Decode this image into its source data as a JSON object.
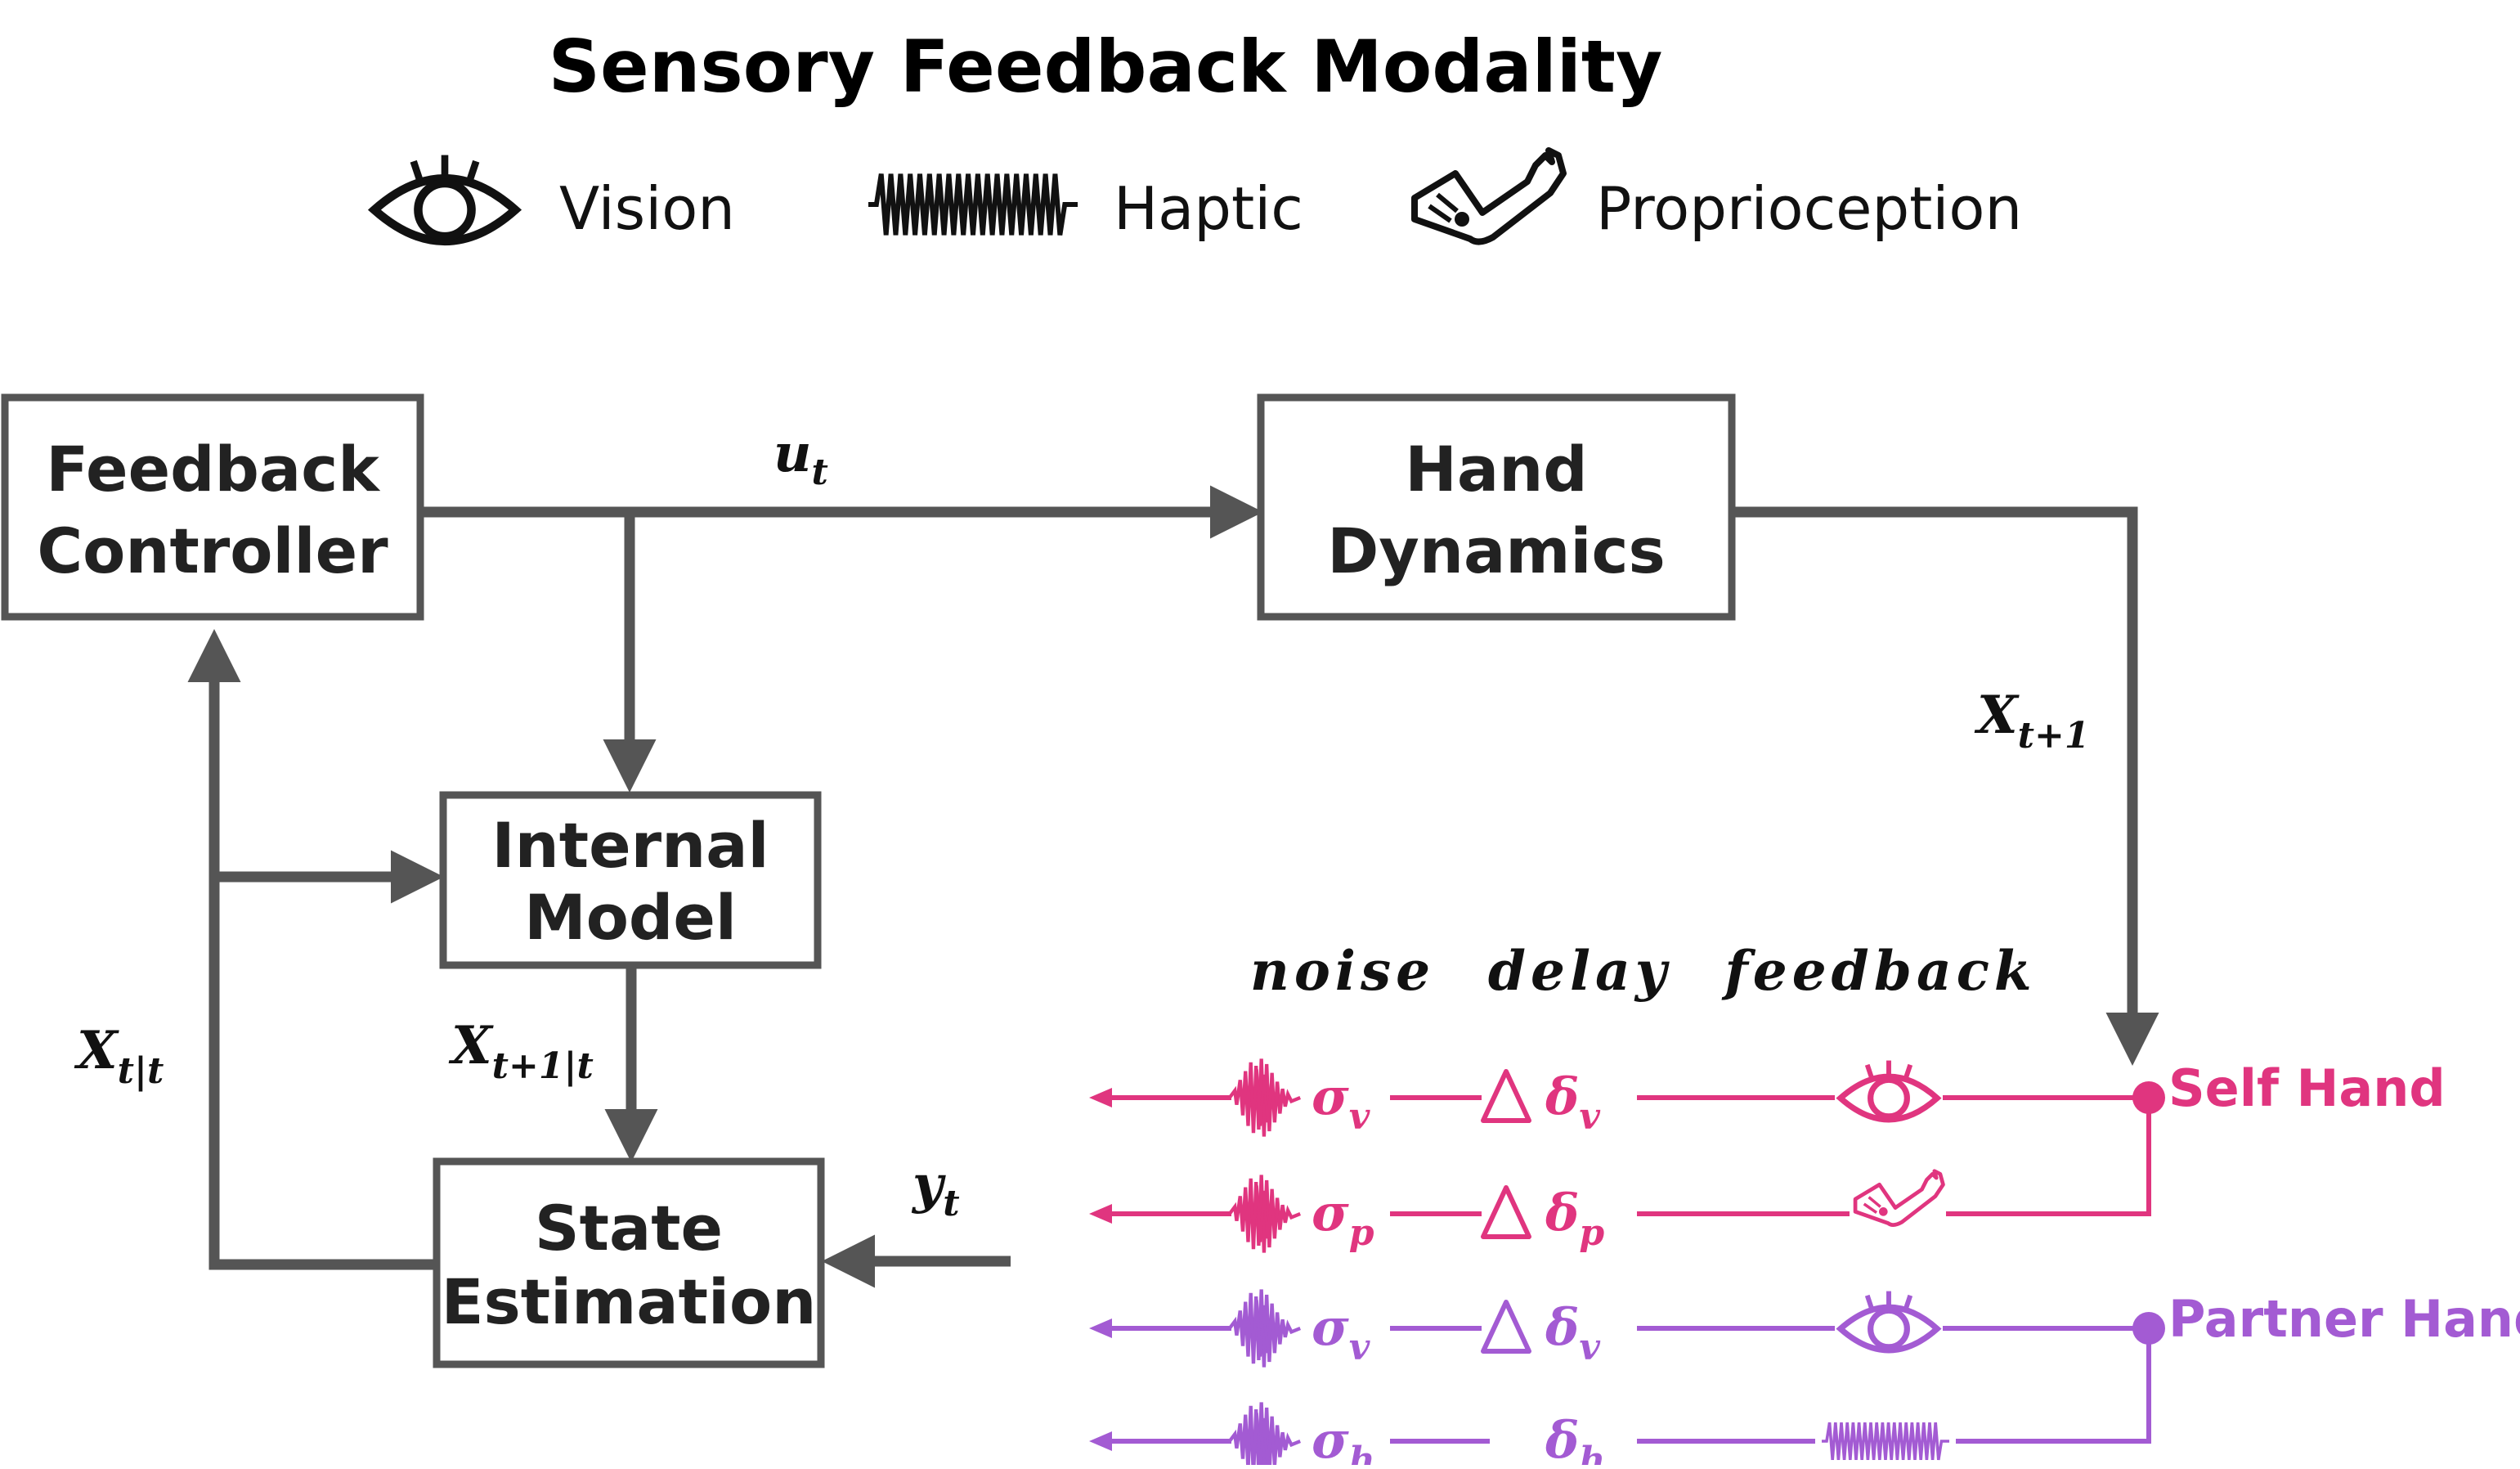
{
  "title": "Sensory Feedback Modality",
  "legend": [
    {
      "icon": "eye-icon",
      "label": "Vision"
    },
    {
      "icon": "wave-icon",
      "label": "Haptic"
    },
    {
      "icon": "arm-icon",
      "label": "Proprioception"
    }
  ],
  "blocks": {
    "feedback_controller": {
      "line1": "Feedback",
      "line2": "Controller"
    },
    "hand_dynamics": {
      "line1": "Hand",
      "line2": "Dynamics"
    },
    "internal_model": {
      "line1": "Internal",
      "line2": "Model"
    },
    "state_estimation": {
      "line1": "State",
      "line2": "Estimation"
    }
  },
  "variables": {
    "u_t": {
      "main": "u",
      "sub": "t"
    },
    "x_t1": {
      "main": "X",
      "sub": "t+1"
    },
    "x_tt": {
      "main": "X",
      "sub": "t|t"
    },
    "x_t1t": {
      "main": "X",
      "sub": "t+1|t"
    },
    "y_t": {
      "main": "y",
      "sub": "t"
    }
  },
  "column_headers": {
    "noise": "noise",
    "delay": "delay",
    "feedback": "feedback"
  },
  "channels": [
    {
      "noise": {
        "main": "σ",
        "sub": "v"
      },
      "delay": {
        "main": "δ",
        "sub": "v"
      },
      "feedback_icon": "eye-icon",
      "group": "self",
      "has_delay_block": true
    },
    {
      "noise": {
        "main": "σ",
        "sub": "p"
      },
      "delay": {
        "main": "δ",
        "sub": "p"
      },
      "feedback_icon": "arm-icon",
      "group": "self",
      "has_delay_block": true
    },
    {
      "noise": {
        "main": "σ",
        "sub": "v"
      },
      "delay": {
        "main": "δ",
        "sub": "v"
      },
      "feedback_icon": "eye-icon",
      "group": "partner",
      "has_delay_block": true
    },
    {
      "noise": {
        "main": "σ",
        "sub": "h"
      },
      "delay": {
        "main": "δ",
        "sub": "h"
      },
      "feedback_icon": "wave-icon",
      "group": "partner",
      "has_delay_block": false
    }
  ],
  "groups": {
    "self": {
      "label": "Self Hand",
      "color": "#e0357f"
    },
    "partner": {
      "label": "Partner Hand",
      "color": "#a35bd3"
    }
  },
  "colors": {
    "flow": "#555555",
    "box_border": "#555555"
  }
}
